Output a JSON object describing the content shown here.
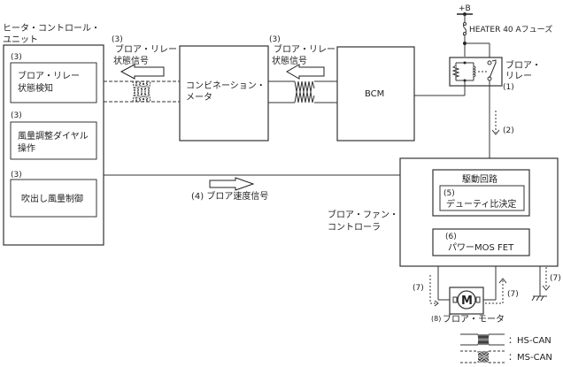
{
  "diagram": {
    "hvac_unit": {
      "title_line1": "ヒータ・コントロール・",
      "title_line2": "ユニット",
      "blocks": [
        {
          "num": "(3)",
          "line1": "ブロア・リレー",
          "line2": "状態検知"
        },
        {
          "num": "(3)",
          "line1": "風量調整ダイヤル",
          "line2": "操作"
        },
        {
          "num": "(3)",
          "line1": "吹出し風量制御",
          "line2": ""
        }
      ]
    },
    "signal_left": {
      "num": "(3)",
      "line1": "ブロア・リレー",
      "line2": "状態信号"
    },
    "signal_mid": {
      "num": "(3)",
      "line1": "ブロア・リレー",
      "line2": "状態信号"
    },
    "combination_meter": {
      "line1": "コンビネーション・",
      "line2": "メータ"
    },
    "bcm": {
      "label": "BCM"
    },
    "power": {
      "label": "+B"
    },
    "fuse": {
      "label": "HEATER 40 Aフューズ"
    },
    "relay": {
      "line1": "ブロア・",
      "line2": "リレー",
      "num": "(1)"
    },
    "flow2": {
      "num": "(2)"
    },
    "speed_signal": {
      "label": "(4) ブロア速度信号"
    },
    "fan_controller": {
      "line1": "ブロア・ファン・",
      "line2": "コントローラ",
      "drive_circuit": {
        "title": "駆動回路",
        "sub_num": "(5)",
        "sub_label": "デューティ比決定"
      },
      "power_fet": {
        "num": "(6)",
        "label": "パワーMOS FET"
      }
    },
    "flow7": {
      "left": "(7)",
      "right": "(7)",
      "ground": "(7)"
    },
    "motor": {
      "symbol": "M",
      "num": "(8)",
      "label": "ブロア・モータ"
    },
    "legend": [
      {
        "label": "：HS-CAN"
      },
      {
        "label": "：MS-CAN"
      }
    ]
  }
}
